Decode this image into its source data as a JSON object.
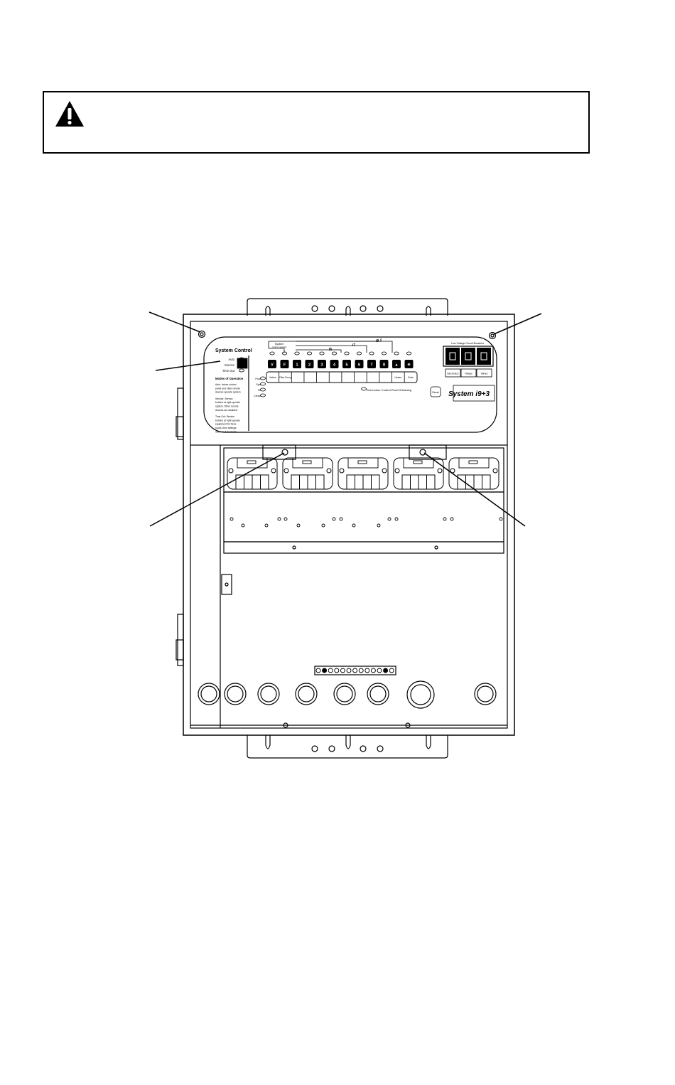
{
  "warning": {
    "icon": "warning-triangle-icon"
  },
  "panel": {
    "section_title": "System Control",
    "modes": [
      "Auto",
      "Service",
      "Time Out"
    ],
    "modes_heading": "Modes of Operation",
    "modes_text": [
      "Auto: Indoor control",
      "panel and other remote",
      "devices operate system",
      "Service: Service",
      "buttons at right operate",
      "system. Other remote",
      "devices are disabled.",
      "Time Out: Service",
      "buttons at right operate",
      "equipment for three",
      "hours, then settings",
      "return to Auto mode."
    ],
    "led_labels": [
      "Pool",
      "Spa",
      "Fil",
      "Clean"
    ],
    "capacity_label": "System",
    "capacity_sub": "control capacity",
    "cap_i5": "i5",
    "cap_i7": "i7",
    "cap_i9": "i9",
    "buttons": [
      "V",
      "F",
      "1",
      "2",
      "3",
      "4",
      "5",
      "6",
      "7",
      "8",
      "▲",
      "✳"
    ],
    "button_labels": [
      "Valves",
      "Filter Pump",
      "Heater",
      "Solar"
    ],
    "flash_note": "See Indoor Control Panel if flashing",
    "breaker_title": "Low Voltage Circuit Breakers",
    "breakers": [
      "Electronics",
      "Relays",
      "Valves"
    ],
    "reset_label": "Reset",
    "brand": "System i9+3"
  }
}
